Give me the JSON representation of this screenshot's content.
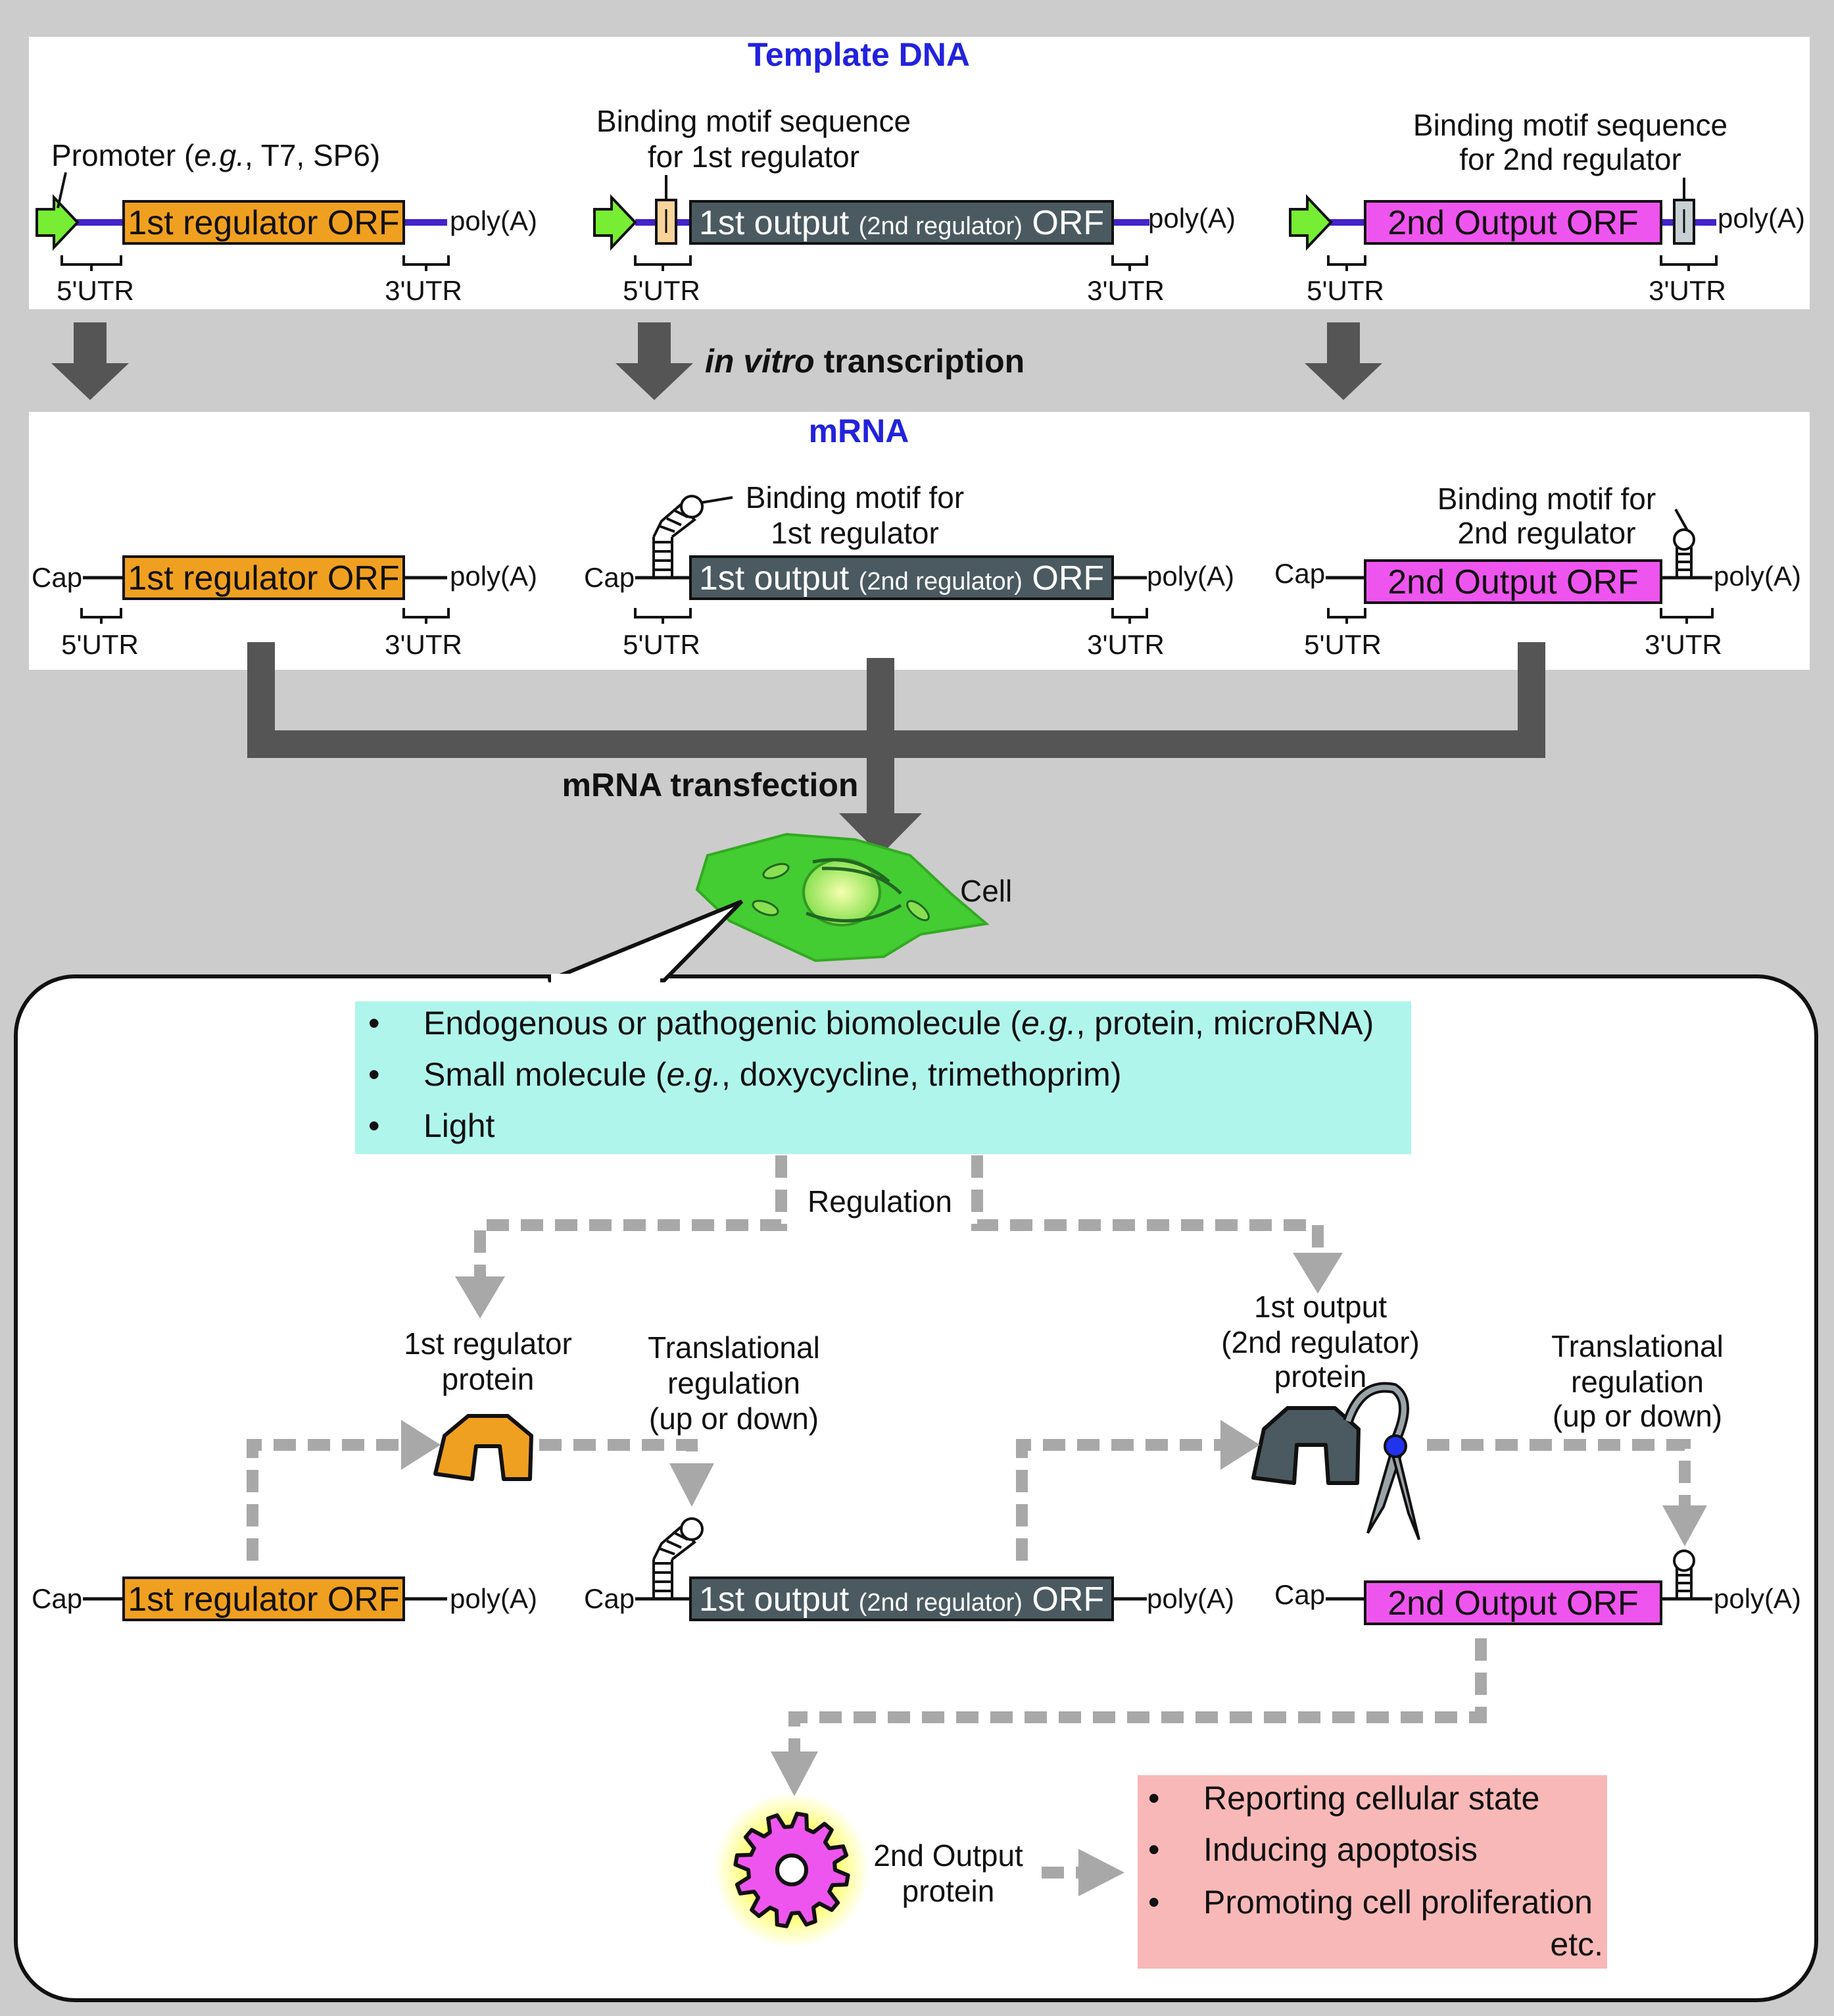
{
  "template": {
    "heading": "Template DNA",
    "promoter_label": "Promoter (e.g., T7, SP6)",
    "promoter_prefix": "Promoter (",
    "promoter_eg": "e.g.",
    "promoter_suffix": ", T7, SP6)",
    "motif1_line1": "Binding motif sequence",
    "motif1_line2": "for 1st regulator",
    "motif2_line1": "Binding motif sequence",
    "motif2_line2": "for 2nd regulator"
  },
  "orfs": {
    "reg1": "1st regulator ORF",
    "out1_a": "1st output ",
    "out1_b": "(2nd regulator)",
    "out1_c": " ORF",
    "out2": "2nd Output ORF"
  },
  "elements": {
    "polya": "poly(A)",
    "cap": "Cap",
    "utr5": "5'UTR",
    "utr3": "3'UTR"
  },
  "steps": {
    "ivt_italic": "in vitro",
    "ivt_rest": " transcription",
    "transfection": "mRNA transfection",
    "cell": "Cell"
  },
  "mrna": {
    "heading": "mRNA",
    "motif1_line1": "Binding motif for",
    "motif1_line2": "1st regulator",
    "motif2_line1": "Binding motif for",
    "motif2_line2": "2nd regulator"
  },
  "inputs": {
    "items": [
      {
        "pre": "Endogenous or pathogenic biomolecule (",
        "it": "e.g.",
        "post": ", protein, microRNA)"
      },
      {
        "pre": "Small molecule (",
        "it": "e.g.",
        "post": ", doxycycline, trimethoprim)"
      },
      {
        "pre": "Light",
        "it": "",
        "post": ""
      }
    ],
    "bullet": "•"
  },
  "regulation": {
    "label": "Regulation",
    "reg1_protein_1": "1st regulator",
    "reg1_protein_2": "protein",
    "trans1_1": "Translational",
    "trans1_2": "regulation",
    "trans1_3": "(up or down)",
    "out1_protein_1": "1st output",
    "out1_protein_2": "(2nd regulator)",
    "out1_protein_3": "protein",
    "trans2_1": "Translational",
    "trans2_2": "regulation",
    "trans2_3": "(up or down)",
    "out2_protein_1": "2nd Output",
    "out2_protein_2": "protein"
  },
  "outcomes": {
    "items": [
      "Reporting cellular state",
      "Inducing apoptosis",
      "Promoting cell proliferation"
    ],
    "etc": "etc."
  },
  "colors": {
    "background": "#cccccc",
    "orange": "#f0a020",
    "slate": "#4a5a60",
    "magenta": "#ee55ee",
    "dna_line": "#4422cc",
    "promoter": "#77ee33",
    "cyan_box": "#b0f5ec",
    "pink_box": "#f8b8b8",
    "arrow_dark": "#555555",
    "arrow_dashed": "#a8a8a8",
    "heading_blue": "#2222dd"
  }
}
